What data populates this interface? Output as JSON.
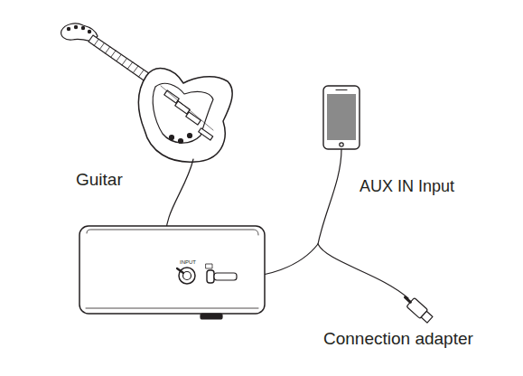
{
  "diagram": {
    "labels": [
      "Guitar",
      "AUX IN Input",
      "Connection adapter",
      "INPUT"
    ]
  }
}
